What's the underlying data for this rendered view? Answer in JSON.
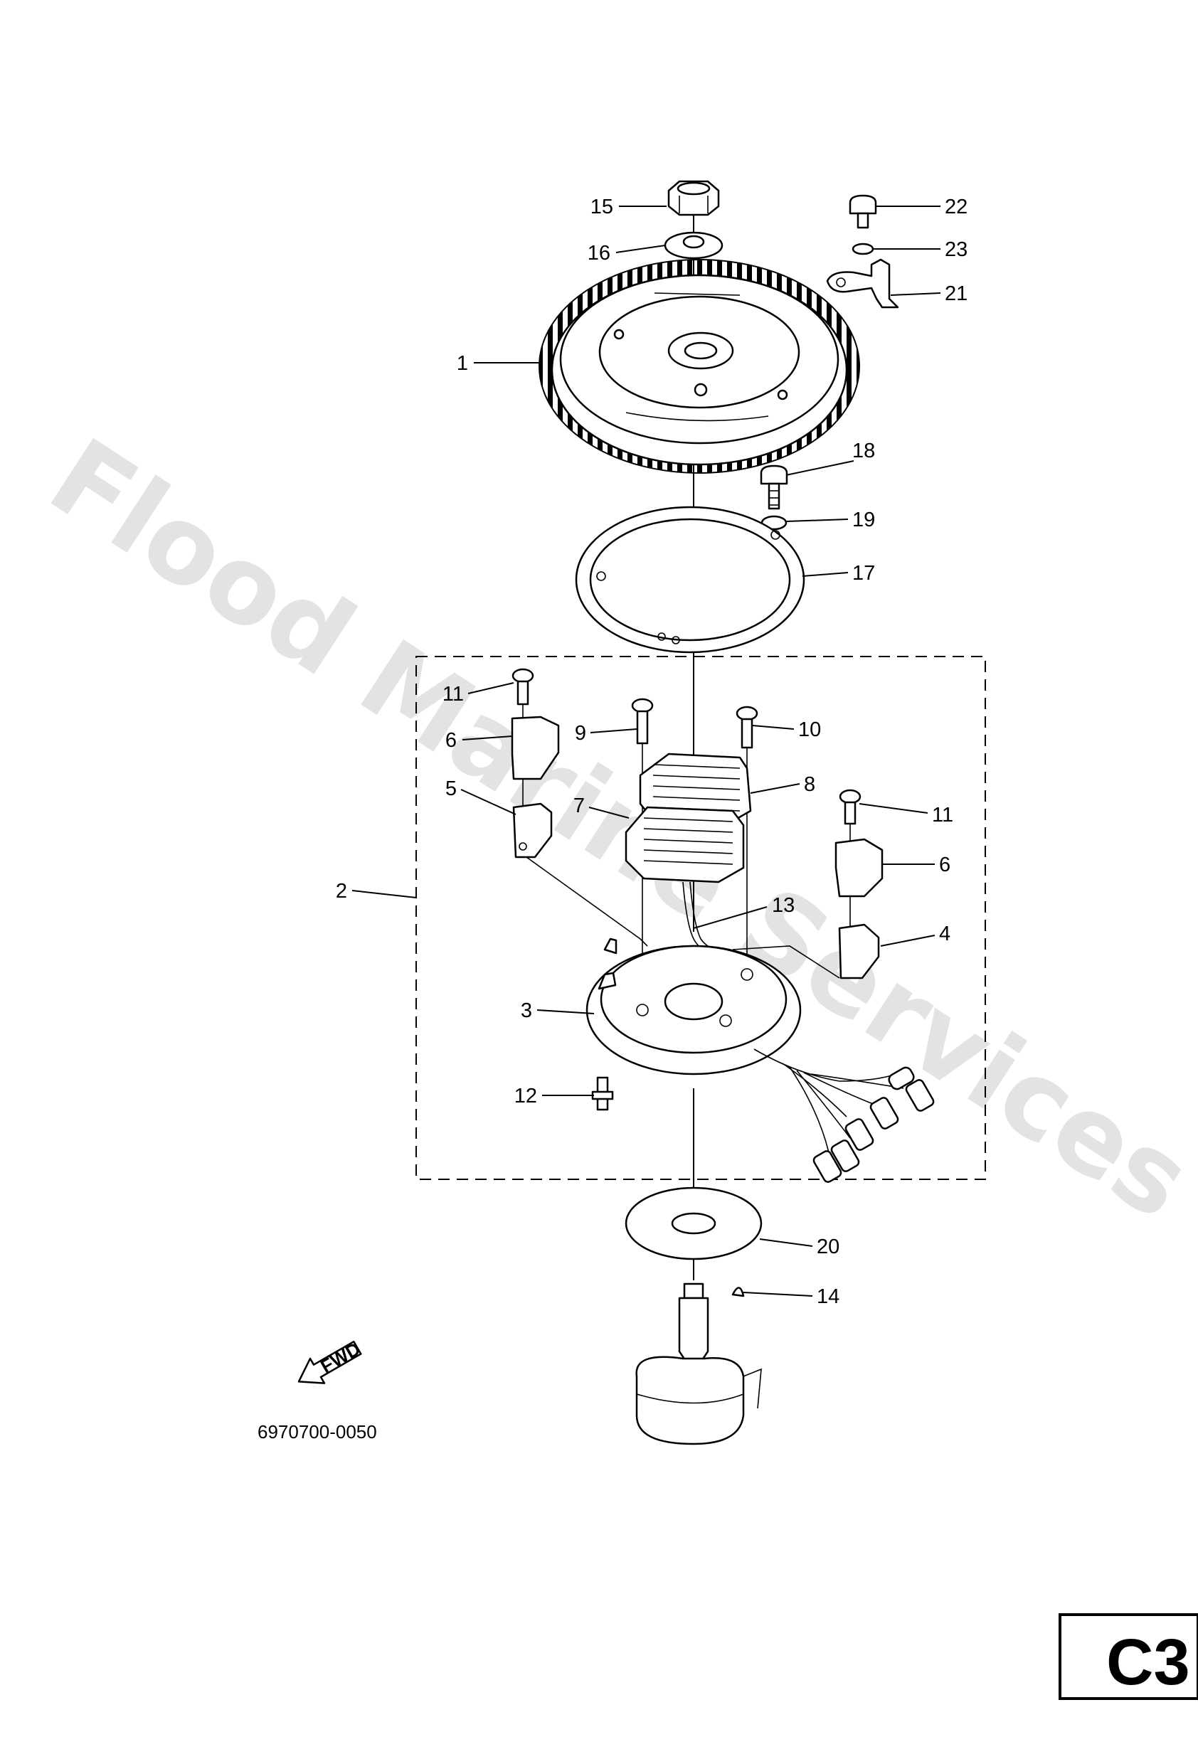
{
  "diagram": {
    "watermark": "Flood Marine Services",
    "catalog_code": "6970700-0050",
    "page_tag": "C3",
    "fwd_label": "FWD",
    "callouts": {
      "p1": "1",
      "p2": "2",
      "p3": "3",
      "p4": "4",
      "p5": "5",
      "p6a": "6",
      "p6b": "6",
      "p7": "7",
      "p8": "8",
      "p9": "9",
      "p10": "10",
      "p11a": "11",
      "p11b": "11",
      "p12": "12",
      "p13": "13",
      "p14": "14",
      "p15": "15",
      "p16": "16",
      "p17": "17",
      "p18": "18",
      "p19": "19",
      "p20": "20",
      "p21": "21",
      "p22": "22",
      "p23": "23"
    }
  }
}
